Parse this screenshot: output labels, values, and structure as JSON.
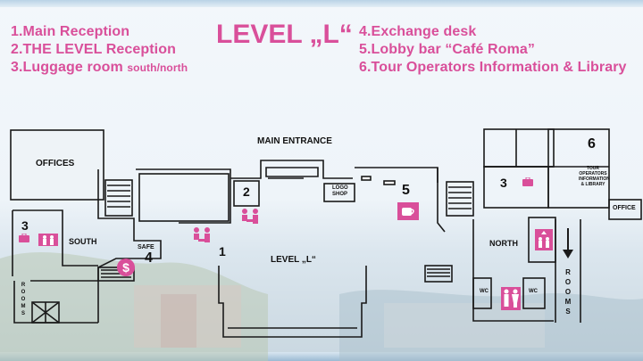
{
  "legend": {
    "item1": "1.Main Reception",
    "item2": "2.THE LEVEL Reception",
    "item3_main": "3.Luggage room ",
    "item3_small": "south/north",
    "item4": "4.Exchange desk",
    "item5": "5.Lobby bar “Café Roma”",
    "item6": "6.Tour Operators Information & Library"
  },
  "title": "LEVEL „L“",
  "map": {
    "offices": "OFFICES",
    "main_entrance": "MAIN ENTRANCE",
    "logo_shop_line1": "LOGO",
    "logo_shop_line2": "SHOP",
    "south": "SOUTH",
    "north": "NORTH",
    "safe": "SAFE",
    "level_label": "LEVEL „L“",
    "office": "OFFICE",
    "wc_left": "WC",
    "wc_right": "WC",
    "tour_operators": "TOUR OPERATORS INFORMATION & LIBRARY",
    "rooms_left": "ROOMS",
    "rooms_right": "ROOMS",
    "num1": "1",
    "num2": "2",
    "num3_south": "3",
    "num3_north": "3",
    "num4": "4",
    "num5": "5",
    "num6": "6"
  },
  "colors": {
    "accent_pink": "#d94f9a",
    "wall": "#1a1a1a"
  },
  "icons": [
    "luggage-icon",
    "people-icon",
    "money-icon",
    "coffee-cup-icon",
    "toilet-icon",
    "elevator-icon",
    "arrow-down-icon"
  ]
}
